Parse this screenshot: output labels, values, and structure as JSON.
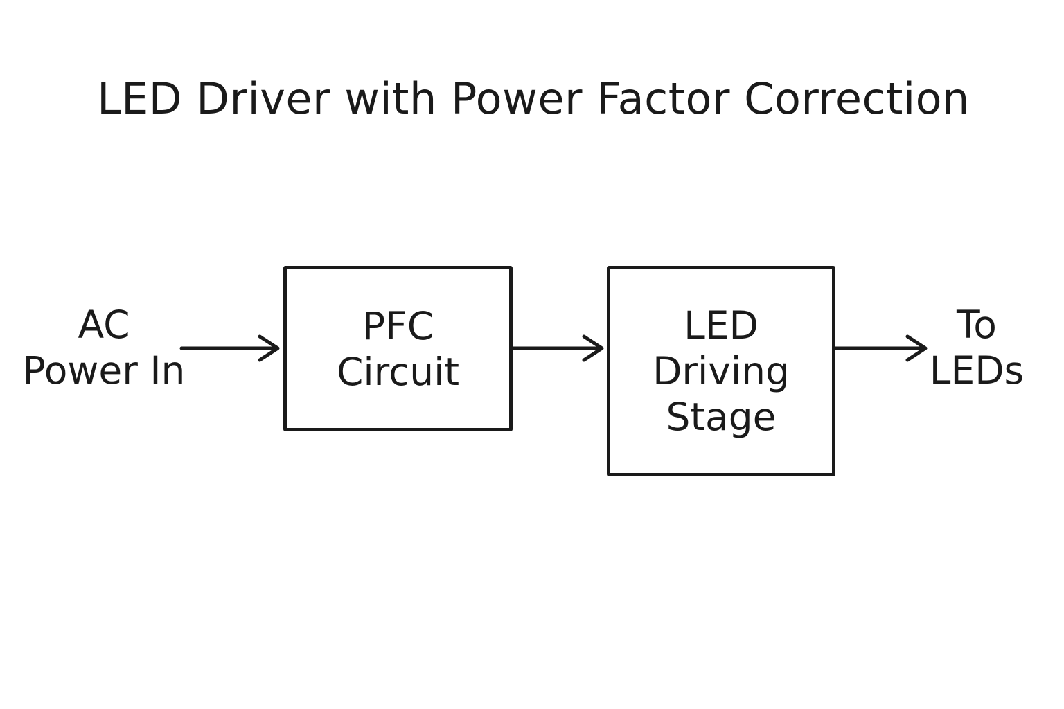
{
  "title": "LED Driver with Power Factor Correction",
  "input": {
    "lines": [
      "AC",
      "Power In"
    ]
  },
  "blocks": [
    {
      "lines": [
        "PFC",
        "Circuit"
      ]
    },
    {
      "lines": [
        "LED",
        "Driving",
        "Stage"
      ]
    }
  ],
  "output": {
    "lines": [
      "To",
      "LEDs"
    ]
  },
  "colors": {
    "stroke": "#1a1a1a",
    "background": "#ffffff"
  }
}
